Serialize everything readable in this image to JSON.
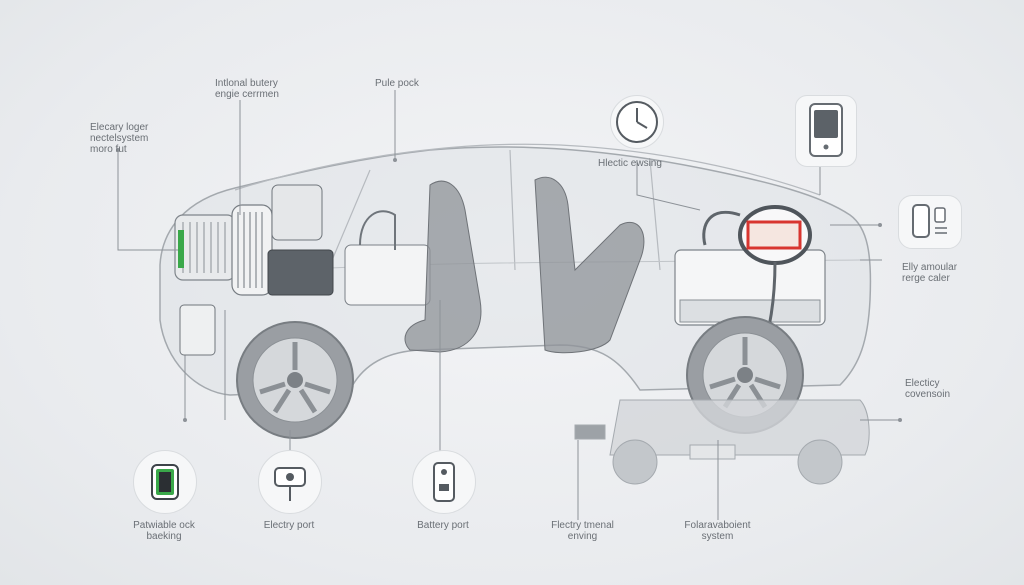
{
  "labels": {
    "top_left": [
      "Elecary loger",
      "nectelsystem",
      "moro fut"
    ],
    "internal": [
      "Intlonal butery",
      "engie cerrmen"
    ],
    "pulse_pack": [
      "Pule pock"
    ],
    "hlectic": [
      "Hlectic ewsing"
    ],
    "right_mid": [
      "Elly amoular",
      "rerge caler"
    ],
    "right_low": [
      "Electicy",
      "covensoin"
    ],
    "bottom_1": [
      "Patwiable ock",
      "baeking"
    ],
    "bottom_2": [
      "Electry port"
    ],
    "bottom_3": [
      "Battery port"
    ],
    "bottom_4": [
      "Flectry tmenal",
      "enving"
    ],
    "bottom_5": [
      "Folaravaboient",
      "system"
    ]
  },
  "icons": [
    "battery-icon",
    "charging-plug-icon",
    "phone-port-icon",
    "clock-icon",
    "smartphone-icon",
    "switch-panel-icon"
  ],
  "colors": {
    "line": "#8d9298",
    "car_fill": "#dfe2e5",
    "accent_green": "#3aa84a",
    "accent_red": "#d8352f"
  }
}
